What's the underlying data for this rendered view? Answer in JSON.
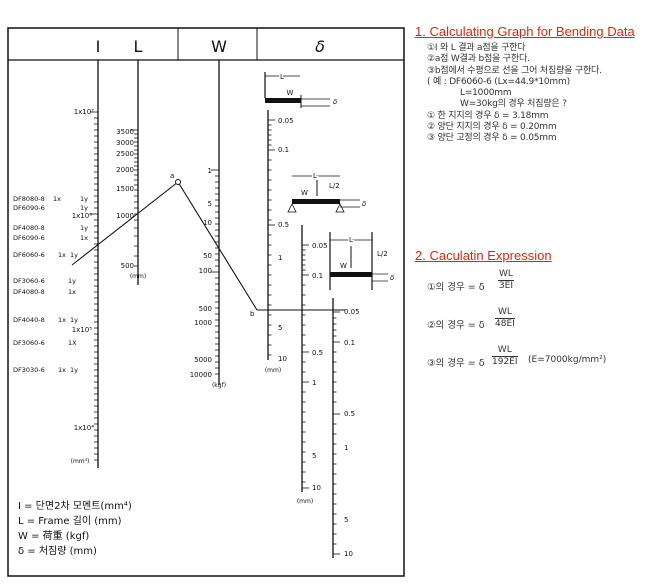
{
  "nomogram": {
    "headers": {
      "I": "I",
      "L": "L",
      "W": "W",
      "delta": "δ"
    },
    "i_scale": {
      "labels": [
        "1x10⁷",
        "1x10⁶",
        "1x10⁵",
        "1x10⁴"
      ],
      "unit": "(mm⁴)",
      "profiles": [
        {
          "name": "DF8080-8",
          "pos": "1x",
          "orient": "1y"
        },
        {
          "name": "DF6090-6",
          "pos": "",
          "orient": "1y"
        },
        {
          "name": "DF4080-8",
          "pos": "",
          "orient": "1y"
        },
        {
          "name": "DF6090-6",
          "pos": "",
          "orient": "1x"
        },
        {
          "name": "DF6060-6",
          "pos": "1x",
          "orient": "1y"
        },
        {
          "name": "DF3060-6",
          "pos": "",
          "orient": "1y"
        },
        {
          "name": "DF4080-8",
          "pos": "",
          "orient": "1x"
        },
        {
          "name": "DF4040-8",
          "pos": "1x",
          "orient": "1y"
        },
        {
          "name": "DF3060-6",
          "pos": "",
          "orient": "1X"
        },
        {
          "name": "DF3030-6",
          "pos": "1x",
          "orient": "1y"
        }
      ]
    },
    "l_scale": {
      "labels": [
        "3500",
        "3000",
        "2500",
        "2000",
        "1500",
        "1000",
        "500"
      ],
      "unit": "(mm)"
    },
    "w_scale": {
      "labels": [
        "1",
        "5",
        "10",
        "50",
        "100",
        "500",
        "1000",
        "5000",
        "10000"
      ],
      "unit": "(kgf)"
    },
    "d1_scale": {
      "labels": [
        "0.05",
        "0.1",
        "0.5",
        "1",
        "5",
        "10"
      ],
      "unit": "(mm)"
    },
    "d2_scale": {
      "labels": [
        "0.05",
        "0.1",
        "0.5",
        "1",
        "5",
        "10"
      ],
      "unit": "(mm)"
    },
    "d3_scale": {
      "labels": [
        "0.05",
        "0.1",
        "0.5",
        "1",
        "5",
        "10"
      ]
    },
    "points": {
      "a": "a",
      "b": "b"
    },
    "diagram_labels": {
      "L": "L",
      "W": "W",
      "L2": "L/2",
      "delta": "δ"
    },
    "legend": [
      "I  =  단면2차 모멘트(mm⁴)",
      "L  =  Frame 길이 (mm)",
      "W  =  荷重 (kgf)",
      "δ  =  처짐량 (mm)"
    ]
  },
  "section1": {
    "title": "1. Calculating Graph for Bending Data",
    "lines": [
      "①I 와 L 결과 a점을 구한다",
      "②a점 W결과 b점을 구한다.",
      "③b점에서 수평으로 선을 그어 처짐량을 구한다.",
      "( 예 : DF6060-6 (Lx=44.9*10mm)",
      "L=1000mm",
      "W=30kg의 경우 처짐량은 ?",
      "① 한 지지의 경우 δ = 3.18mm",
      "② 양단 지지의 경우 δ = 0.20mm",
      "③ 양단 고정의 경우 δ = 0.05mm"
    ]
  },
  "section2": {
    "title": "2. Caculatin Expression",
    "formulas": [
      {
        "prefix": "①의 경우 = δ",
        "num": "WL",
        "den": "3EI",
        "note": ""
      },
      {
        "prefix": "②의 경우 = δ",
        "num": "WL",
        "den": "48EI",
        "note": ""
      },
      {
        "prefix": "③의 경우 = δ",
        "num": "WL",
        "den": "192EI",
        "note": "(E=7000kg/mm²)"
      }
    ]
  }
}
